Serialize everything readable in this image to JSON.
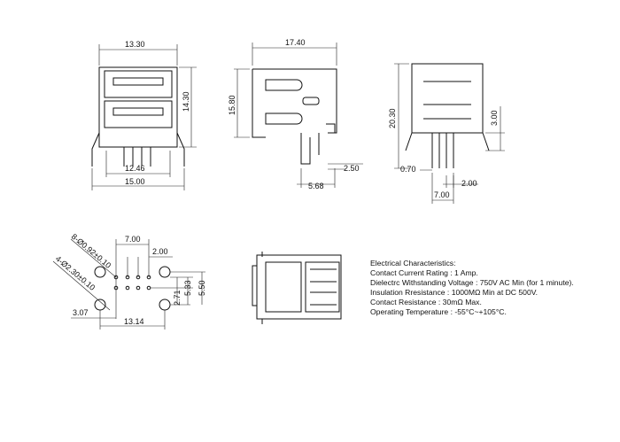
{
  "front_view": {
    "width_top": "13.30",
    "height": "14.30",
    "pin_span": "12.46",
    "overall_width": "15.00"
  },
  "side_view": {
    "length": "17.40",
    "height": "15.80",
    "pin_offset": "2.50",
    "pin_pos": "5.68"
  },
  "rear_view": {
    "height": "20.30",
    "pin_height": "3.00",
    "pin_thickness": "0.70",
    "pin_pitch": "2.00",
    "pin_span": "7.00"
  },
  "footprint": {
    "pin_span": "7.00",
    "pin_pitch": "2.00",
    "small_holes": "8-Ø0.92±0.10",
    "large_holes": "4-Ø2.30±0.10",
    "row_gap": "2.71",
    "dim_a": "5.33",
    "dim_b": "5.50",
    "left_offset": "3.07",
    "mount_span": "13.14"
  },
  "specs": {
    "title": "Electrical Characteristics:",
    "lines": [
      "Contact Current Rating : 1 Amp.",
      "Dielectrc Withstanding Voltage : 750V AC Min (for 1 minute).",
      "Insulation Rresistance : 1000MΩ Min at DC 500V.",
      "Contact Resistance : 30mΩ Max.",
      "Operating Temperature :  -55°C~+105°C."
    ]
  }
}
